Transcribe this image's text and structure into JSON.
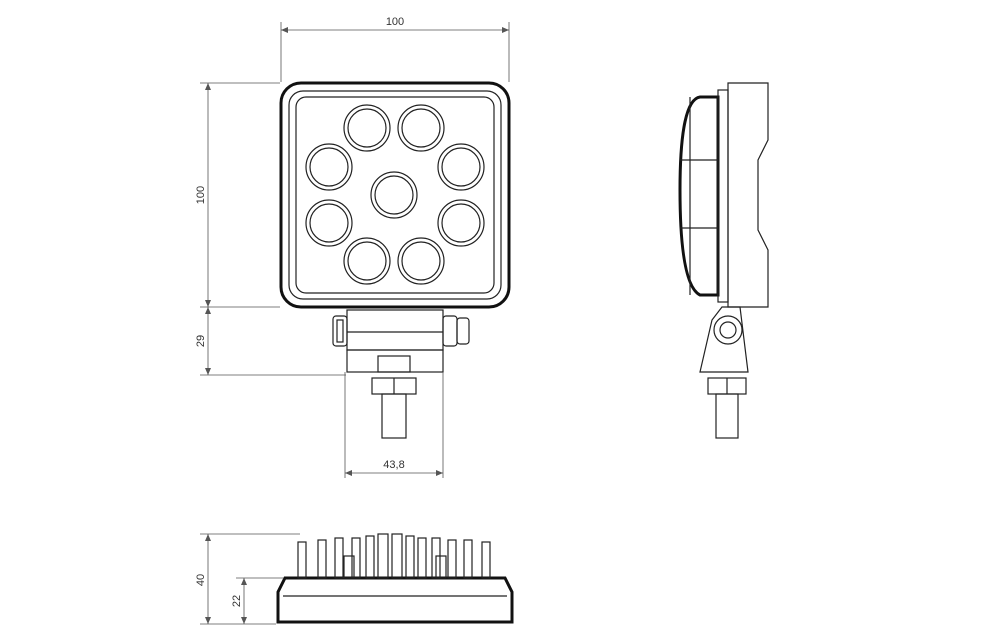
{
  "dimensions": {
    "width": "100",
    "height": "100",
    "bracket_height": "29",
    "bracket_width": "43,8",
    "total_depth": "40",
    "body_depth": "22"
  },
  "colors": {
    "line": "#222222",
    "dimension_line": "#555555",
    "background": "#ffffff"
  }
}
